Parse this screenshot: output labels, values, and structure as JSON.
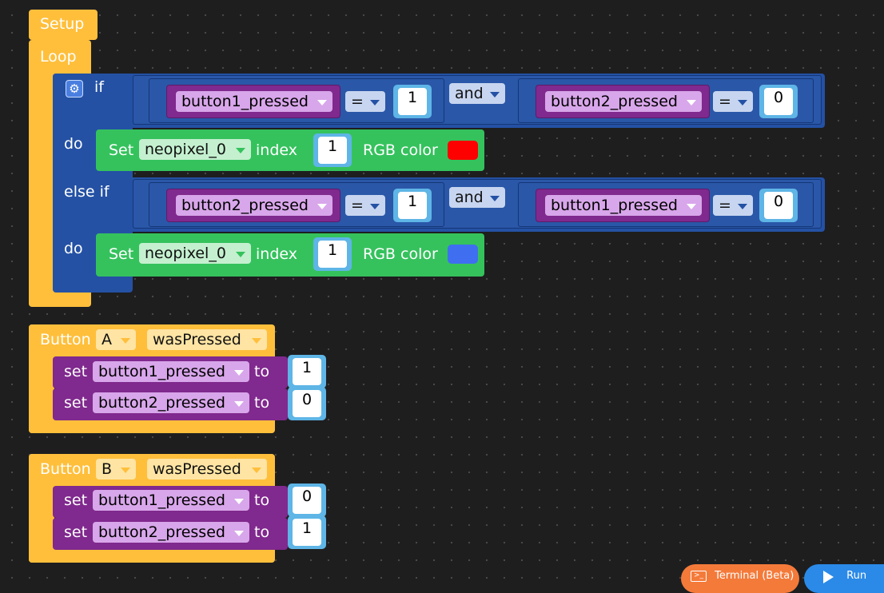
{
  "colors": {
    "control": "#ffbf3b",
    "logic": "#2451a4",
    "action": "#35c25d",
    "variable": "#80298e",
    "number": "#5eb5e6",
    "red_swatch": "#ff0000",
    "blue_swatch": "#3f6ff0",
    "terminal_button": "#f47a3a",
    "run_button": "#2b8ae8"
  },
  "setup": {
    "label": "Setup"
  },
  "loop": {
    "label": "Loop",
    "if_label": "if",
    "do_label": "do",
    "else_if_label": "else if",
    "do2_label": "do",
    "cond1": {
      "left": {
        "var": "button1_pressed",
        "op": "=",
        "val": "1"
      },
      "join": "and",
      "right": {
        "var": "button2_pressed",
        "op": "=",
        "val": "0"
      }
    },
    "action1": {
      "set": "Set",
      "device": "neopixel_0",
      "index_label": "index",
      "index_val": "1",
      "color_label": "RGB color"
    },
    "cond2": {
      "left": {
        "var": "button2_pressed",
        "op": "=",
        "val": "1"
      },
      "join": "and",
      "right": {
        "var": "button1_pressed",
        "op": "=",
        "val": "0"
      }
    },
    "action2": {
      "set": "Set",
      "device": "neopixel_0",
      "index_label": "index",
      "index_val": "1",
      "color_label": "RGB color"
    }
  },
  "buttonA": {
    "label": "Button",
    "button": "A",
    "event": "wasPressed",
    "rows": [
      {
        "set": "set",
        "var": "button1_pressed",
        "to": "to",
        "val": "1"
      },
      {
        "set": "set",
        "var": "button2_pressed",
        "to": "to",
        "val": "0"
      }
    ]
  },
  "buttonB": {
    "label": "Button",
    "button": "B",
    "event": "wasPressed",
    "rows": [
      {
        "set": "set",
        "var": "button1_pressed",
        "to": "to",
        "val": "0"
      },
      {
        "set": "set",
        "var": "button2_pressed",
        "to": "to",
        "val": "1"
      }
    ]
  },
  "bottom": {
    "terminal": "Terminal (Beta)",
    "run": "Run"
  }
}
